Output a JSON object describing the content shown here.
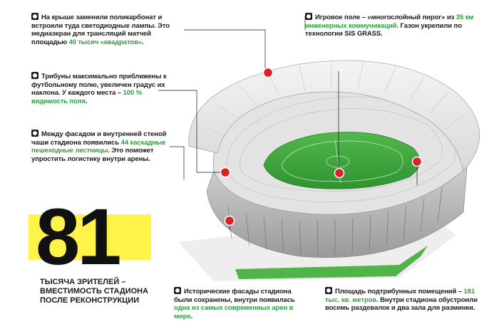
{
  "notes": {
    "roof": {
      "pre": "На крыше заменили поликарбонат и встроили туда светодиодные лампы. Это медиаэкран для трансляций матчей площадью ",
      "hl": "40 тысяч «квадратов»",
      "post": "."
    },
    "field": {
      "pre": "Игровое поле – «многослойный пирог» из ",
      "hl": "35 км инженерных коммуникаций",
      "post": ". Газон укрепили по технологии SIS GRASS."
    },
    "stands": {
      "pre": "Трибуны максимально приближены к футбольному полю, увеличен градус их наклона. У каждого места – ",
      "hl": "100 % видимость поля",
      "post": "."
    },
    "stairs": {
      "pre": "Между фасадом и внутренней стеной чаши стадиона появились ",
      "hl": "44 каскадные пешеходные лестницы",
      "post": ". Это поможет упростить логистику внутри арены."
    },
    "facades": {
      "pre": "Исторические фасады стадиона были сохранены, внутри появилась ",
      "hl": "одна из самых современных арен в мире",
      "post": "."
    },
    "area": {
      "pre": "Площадь подтрибунных помещений – ",
      "hl": "181 тыс. кв. метров",
      "post": ". Внутри стадиона обустроили восемь раздевалок и два зала для разминки."
    }
  },
  "capacity": {
    "number": "81",
    "caption": "тысяча зрителей – вместимость стадиона после реконструкции"
  },
  "colors": {
    "highlight_text": "#2e9e3e",
    "marker": "#d8222a",
    "band": "#fff34a",
    "field": "#3daa3a"
  },
  "icons": {
    "bullet": "camera-bullet-icon"
  }
}
